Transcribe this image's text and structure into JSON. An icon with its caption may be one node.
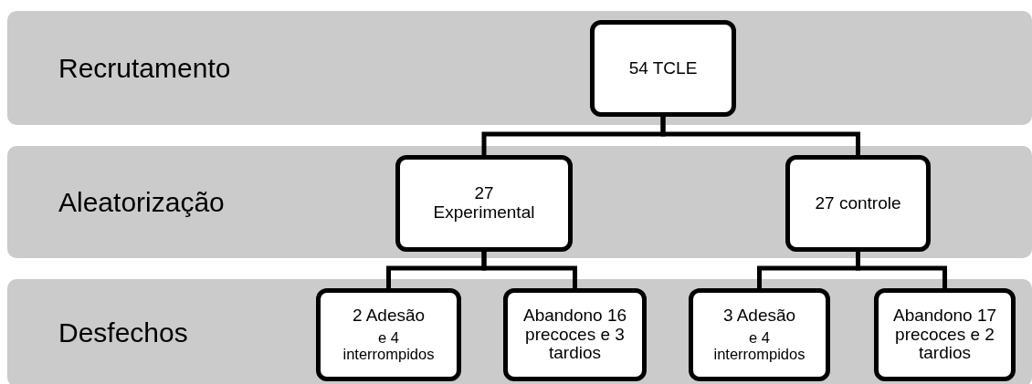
{
  "diagram": {
    "nodes": [
      {
        "text": [
          "Recrutamento"
        ]
      },
      {
        "text": [
          "54 TCLE"
        ],
        "in": 0
      },
      {
        "text": [
          "Aleatorização"
        ]
      },
      {
        "text": [
          "27 Experimental"
        ],
        "in": 2
      },
      {
        "text": [
          "27 controle"
        ],
        "in": 2
      },
      {
        "text": [
          "Desfechos"
        ]
      },
      {
        "text": [
          "2 Adesão",
          "e 4 interrompidos"
        ],
        "in": 5
      },
      {
        "text": [
          "Abandono 16 precoces e 3 tardios"
        ],
        "in": 5
      },
      {
        "text": [
          "3 Adesão",
          "e 4 interrompidos"
        ],
        "in": 5
      },
      {
        "text": [
          "Abandono 17 precoces e 2 tardios"
        ],
        "in": 5
      }
    ],
    "edges": [
      {
        "from": 1,
        "to": 3,
        "arrow": "none"
      },
      {
        "from": 1,
        "to": 4,
        "arrow": "none"
      },
      {
        "from": 3,
        "to": 6,
        "arrow": "none"
      },
      {
        "from": 3,
        "to": 7,
        "arrow": "none"
      },
      {
        "from": 4,
        "to": 8,
        "arrow": "none"
      },
      {
        "from": 4,
        "to": 9,
        "arrow": "none"
      }
    ]
  }
}
